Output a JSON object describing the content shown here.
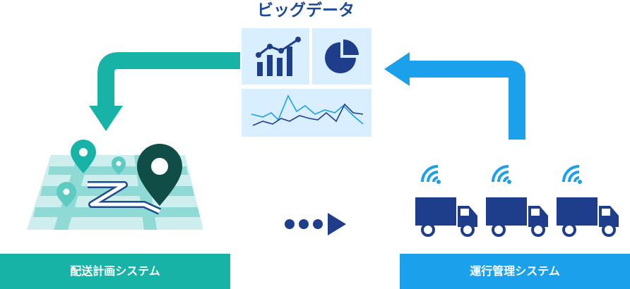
{
  "diagram": {
    "title": "ビッグデータ",
    "left_label": "配送計画システム",
    "right_label": "運行管理システム"
  },
  "colors": {
    "navy": "#1e3e8c",
    "teal": "#17b3a6",
    "blue": "#1ba0eb",
    "panel": "#d9efff",
    "dark_pin": "#0f4d46"
  },
  "icons": [
    "bar-chart-icon",
    "pie-chart-icon",
    "line-chart-icon",
    "map-icon",
    "location-pin-icon",
    "truck-icon",
    "wifi-signal-icon",
    "arrow-icon"
  ]
}
